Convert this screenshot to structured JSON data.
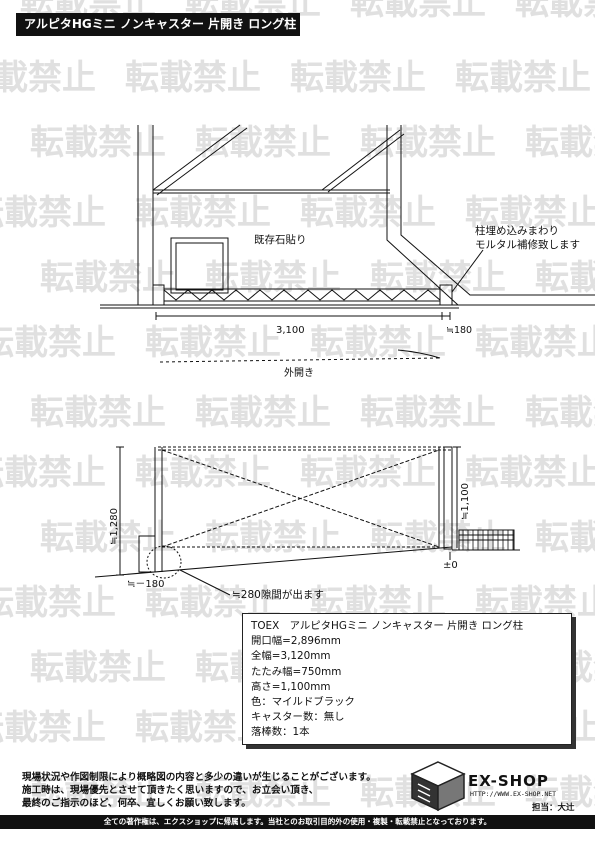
{
  "title": "アルピタHGミニ ノンキャスター 片開き ロング柱",
  "watermark": "転載禁止",
  "plan_view": {
    "existing_stone": "既存石貼り",
    "note_line1": "柱埋め込みまわり",
    "note_line2": "モルタル補修致します",
    "width_dim": "3,100",
    "post_dim": "≒180",
    "opening_dir": "外開き"
  },
  "elevation_view": {
    "left_height": "≒1,280",
    "right_height": "≒1,100",
    "zero_level": "±0",
    "left_level": "≒－180",
    "gap_note": "≒280隙間が出ます"
  },
  "spec": {
    "line1": "TOEX　アルピタHGミニ ノンキャスター 片開き ロング柱",
    "line2": "開口幅=2,896mm",
    "line3": "全幅=3,120mm",
    "line4": "たたみ幅=750mm",
    "line5": "高さ=1,100mm",
    "line6": "色：マイルドブラック",
    "line7": "キャスター数：無し",
    "line8": "落棒数：1本"
  },
  "notes": {
    "line1": "現場状況や作図制限により概略図の内容と多少の違いが生じることがございます。",
    "line2": "施工時は、現場優先とさせて頂きたく思いますので、お立会い頂き、",
    "line3": "最終のご指示のほど、何卒、宜しくお願い致します。"
  },
  "logo": {
    "name": "EX-SHOP",
    "url": "HTTP://WWW.EX-SHOP.NET",
    "staff": "担当：大辻"
  },
  "footer": "全ての著作権は、エクスショップに帰属します。当社とのお取引目的外の使用・複製・転載禁止となっております。"
}
